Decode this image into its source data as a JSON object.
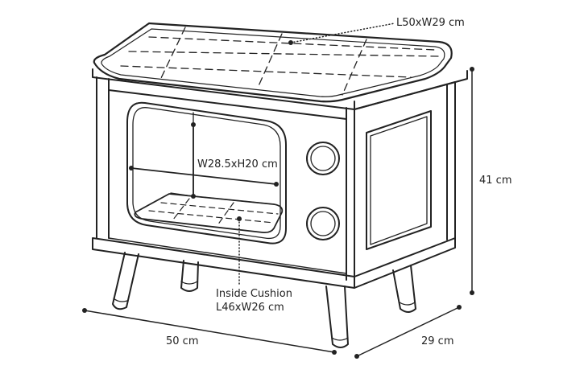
{
  "labels": {
    "top_cushion": "L50xW29 cm",
    "height": "41 cm",
    "opening": "W28.5xH20 cm",
    "inside_cushion_line1": "Inside Cushion",
    "inside_cushion_line2": "L46xW26 cm",
    "width": "50 cm",
    "depth": "29 cm"
  },
  "colors": {
    "line": "#222222",
    "background": "#ffffff"
  }
}
